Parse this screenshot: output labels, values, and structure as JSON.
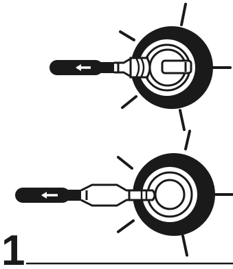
{
  "diagram": {
    "step_number": "1",
    "colors": {
      "ink": "#1a1a1a",
      "paper": "#ffffff"
    },
    "panels": [
      {
        "name": "top-panel",
        "icons": [
          "lock-cylinder-icon",
          "key-tool-icon",
          "arrow-left-icon"
        ]
      },
      {
        "name": "bottom-panel",
        "icons": [
          "lock-cylinder-icon",
          "key-tool-icon",
          "arrow-left-icon"
        ]
      }
    ]
  }
}
